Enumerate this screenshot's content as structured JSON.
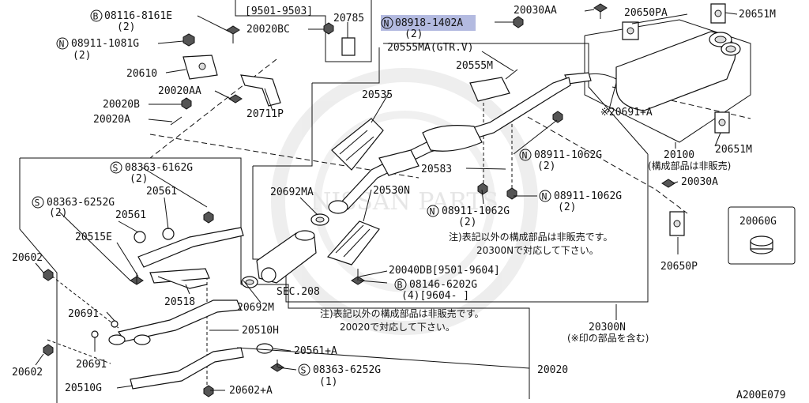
{
  "watermark": {
    "text": "NISSAN PARTS"
  },
  "figure_id": "A200E079",
  "highlight_part": "08918-1402A",
  "labels": {
    "p08116_8161e": "08116-8161E",
    "q2_a": "(2)",
    "p08911_1081g": "08911-1081G",
    "q2_b": "(2)",
    "p20610": "20610",
    "p20020aa": "20020AA",
    "p20020b": "20020B",
    "p20020a": "20020A",
    "p20711p": "20711P",
    "date_9501_9503": "[9501-9503]",
    "p20020bc": "20020BC",
    "p20785": "20785",
    "p08918_1402a": "08918-1402A",
    "q2_c": "(2)",
    "p20030aa": "20030AA",
    "p20650pa": "20650PA",
    "p20651m_top": "20651M",
    "p20555ma": "20555MA(GTR.V)",
    "p20555m": "20555M",
    "p20535": "20535",
    "p20691a": "※20691+A",
    "p08911_1062g_a": "08911-1062G",
    "q2_d": "(2)",
    "p20651m_mid": "20651M",
    "p20100": "20100",
    "p20100_note": "(構成部品は非販売)",
    "p20583": "20583",
    "p08911_1062g_b": "08911-1062G",
    "q2_e": "(2)",
    "p20030a": "20030A",
    "p20692ma": "20692MA",
    "p20530n": "20530N",
    "p08911_1062g_c": "08911-1062G",
    "q2_f": "(2)",
    "p20060g": "20060G",
    "p08363_6162g": "08363-6162G",
    "q2_g": "(2)",
    "p08363_6252g_a": "08363-6252G",
    "q2_h": "(2)",
    "p20561_a": "20561",
    "p20561_b": "20561",
    "p20515e": "20515E",
    "p20602_top": "20602",
    "p20518": "20518",
    "note1_l1": "注)表記以外の構成部品は非販売です。",
    "note1_l2": "20300Nで対応して下さい。",
    "p20650p": "20650P",
    "p20040db": "20040DB[9501-9604]",
    "p08146_6202g": "08146-6202G",
    "q4_date": "(4)[9604-    ]",
    "p20692m": "20692M",
    "sec208": "SEC.208",
    "note2_l1": "注)表記以外の構成部品は非販売です。",
    "note2_l2": "20020で対応して下さい。",
    "p20691_a": "20691",
    "p20691_b": "20691",
    "p20510h": "20510H",
    "p20561a": "20561+A",
    "p20300n": "20300N",
    "p20300n_note": "(※印の部品を含む)",
    "p20602_bot": "20602",
    "p08363_6252g_b": "08363-6252G",
    "q1": "(1)",
    "p20020": "20020",
    "p20510g": "20510G",
    "p20602a": "20602+A"
  },
  "markers": {
    "b": "B",
    "n": "N",
    "s": "S"
  }
}
